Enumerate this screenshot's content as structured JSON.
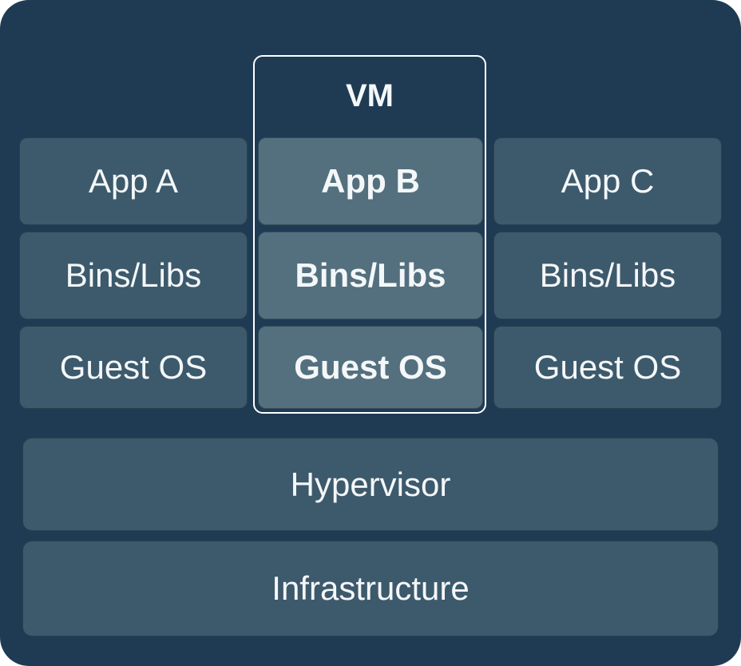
{
  "colors": {
    "page_background": "#ffffff",
    "board_background": "#1f3b54",
    "cell_background": "#3d5a6c",
    "vm_cell_background": "#54707e",
    "vm_outline_border": "#ffffff",
    "text_color": "#f4f7f9"
  },
  "vm": {
    "label": "VM"
  },
  "columns": [
    {
      "key": "a",
      "highlighted": false,
      "cells": [
        "App A",
        "Bins/Libs",
        "Guest OS"
      ]
    },
    {
      "key": "b",
      "highlighted": true,
      "cells": [
        "App B",
        "Bins/Libs",
        "Guest OS"
      ]
    },
    {
      "key": "c",
      "highlighted": false,
      "cells": [
        "App C",
        "Bins/Libs",
        "Guest OS"
      ]
    }
  ],
  "layers": [
    "Hypervisor",
    "Infrastructure"
  ]
}
